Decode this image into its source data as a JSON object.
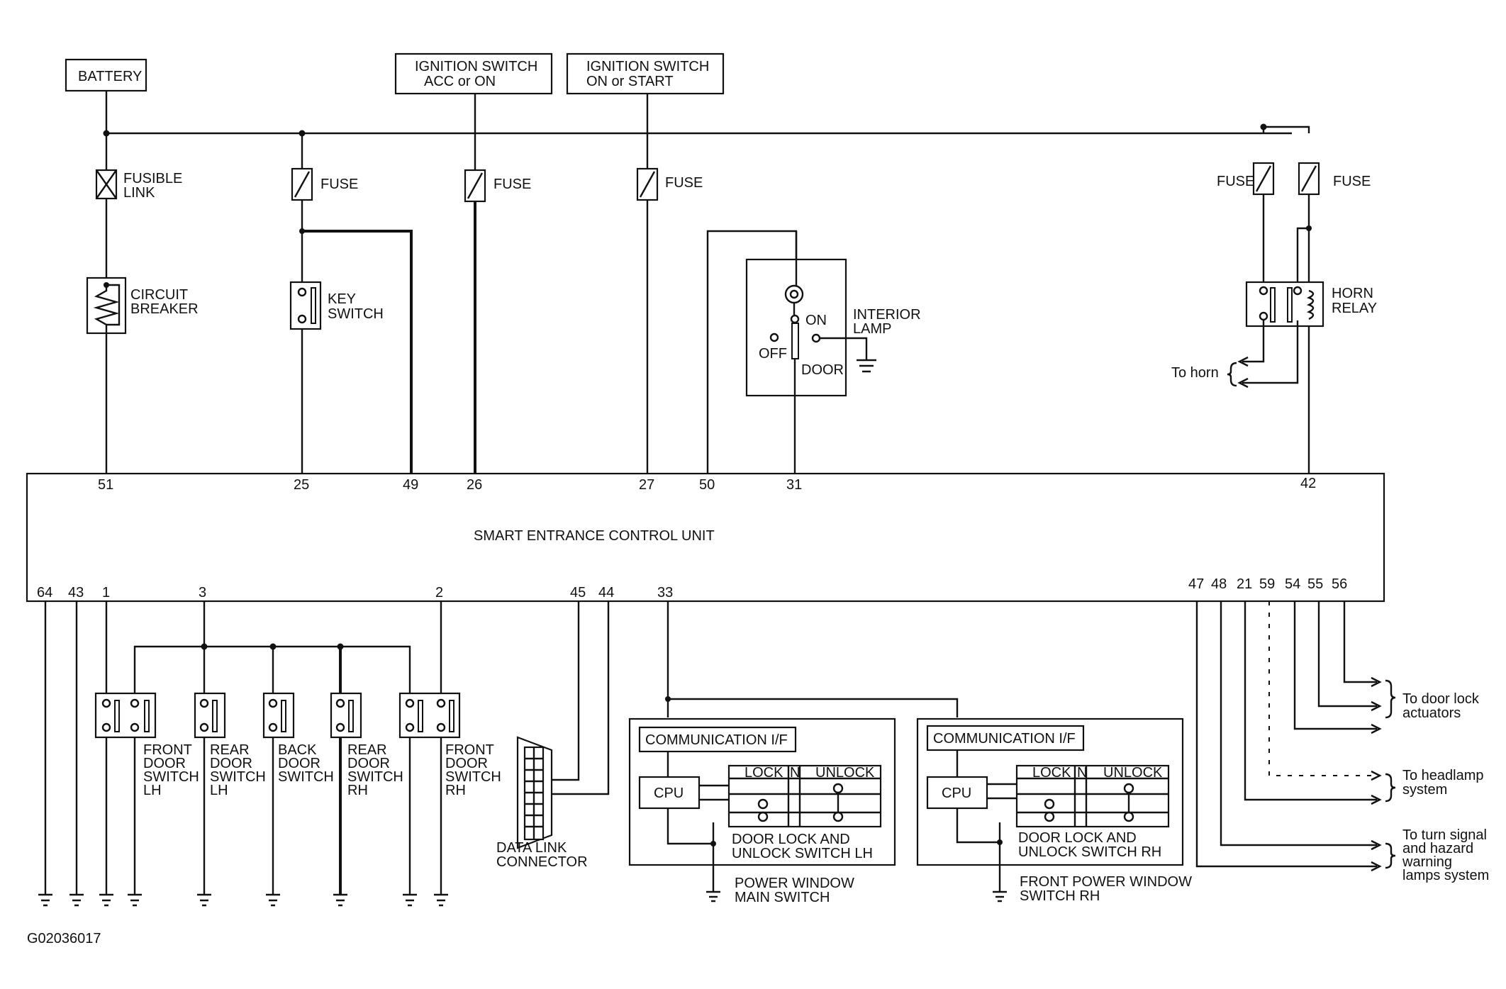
{
  "figure_id": "G02036017",
  "sources": {
    "battery": "BATTERY",
    "ign_acc_line1": "IGNITION SWITCH",
    "ign_acc_line2": "ACC or ON",
    "ign_on_line1": "IGNITION SWITCH",
    "ign_on_line2": "ON or START"
  },
  "components": {
    "fusible_link_1": "FUSIBLE",
    "fusible_link_2": "LINK",
    "fuse": "FUSE",
    "circuit_breaker_1": "CIRCUIT",
    "circuit_breaker_2": "BREAKER",
    "key_switch_1": "KEY",
    "key_switch_2": "SWITCH",
    "interior_lamp_1": "INTERIOR",
    "interior_lamp_2": "LAMP",
    "lamp_on": "ON",
    "lamp_off": "OFF",
    "lamp_door": "DOOR",
    "horn_relay_1": "HORN",
    "horn_relay_2": "RELAY",
    "to_horn": "To horn"
  },
  "control_unit": {
    "name": "SMART ENTRANCE CONTROL UNIT",
    "top_pins": [
      "51",
      "25",
      "49",
      "26",
      "27",
      "50",
      "31",
      "42"
    ],
    "bottom_pins": [
      "64",
      "43",
      "1",
      "3",
      "2",
      "45",
      "44",
      "33",
      "47",
      "48",
      "21",
      "59",
      "54",
      "55",
      "56"
    ]
  },
  "door_switches": [
    {
      "lines": [
        "FRONT",
        "DOOR",
        "SWITCH",
        "LH"
      ]
    },
    {
      "lines": [
        "REAR",
        "DOOR",
        "SWITCH",
        "LH"
      ]
    },
    {
      "lines": [
        "BACK",
        "DOOR",
        "SWITCH"
      ]
    },
    {
      "lines": [
        "REAR",
        "DOOR",
        "SWITCH",
        "RH"
      ]
    },
    {
      "lines": [
        "FRONT",
        "DOOR",
        "SWITCH",
        "RH"
      ]
    }
  ],
  "data_link": {
    "line1": "DATA LINK",
    "line2": "CONNECTOR"
  },
  "power_window_main": {
    "comm": "COMMUNICATION I/F",
    "cpu": "CPU",
    "lock": "LOCK",
    "n": "N",
    "unlock": "UNLOCK",
    "switch_line1": "DOOR LOCK AND",
    "switch_line2": "UNLOCK SWITCH LH",
    "name_line1": "POWER WINDOW",
    "name_line2": "MAIN SWITCH"
  },
  "power_window_rh": {
    "comm": "COMMUNICATION I/F",
    "cpu": "CPU",
    "lock": "LOCK",
    "n": "N",
    "unlock": "UNLOCK",
    "switch_line1": "DOOR LOCK AND",
    "switch_line2": "UNLOCK SWITCH RH",
    "name_line1": "FRONT POWER WINDOW",
    "name_line2": "SWITCH RH"
  },
  "outputs": {
    "door_lock": [
      "To door lock",
      "actuators"
    ],
    "headlamp": [
      "To headlamp",
      "system"
    ],
    "turn_signal": [
      "To turn signal",
      "and hazard",
      "warning",
      "lamps system"
    ]
  }
}
